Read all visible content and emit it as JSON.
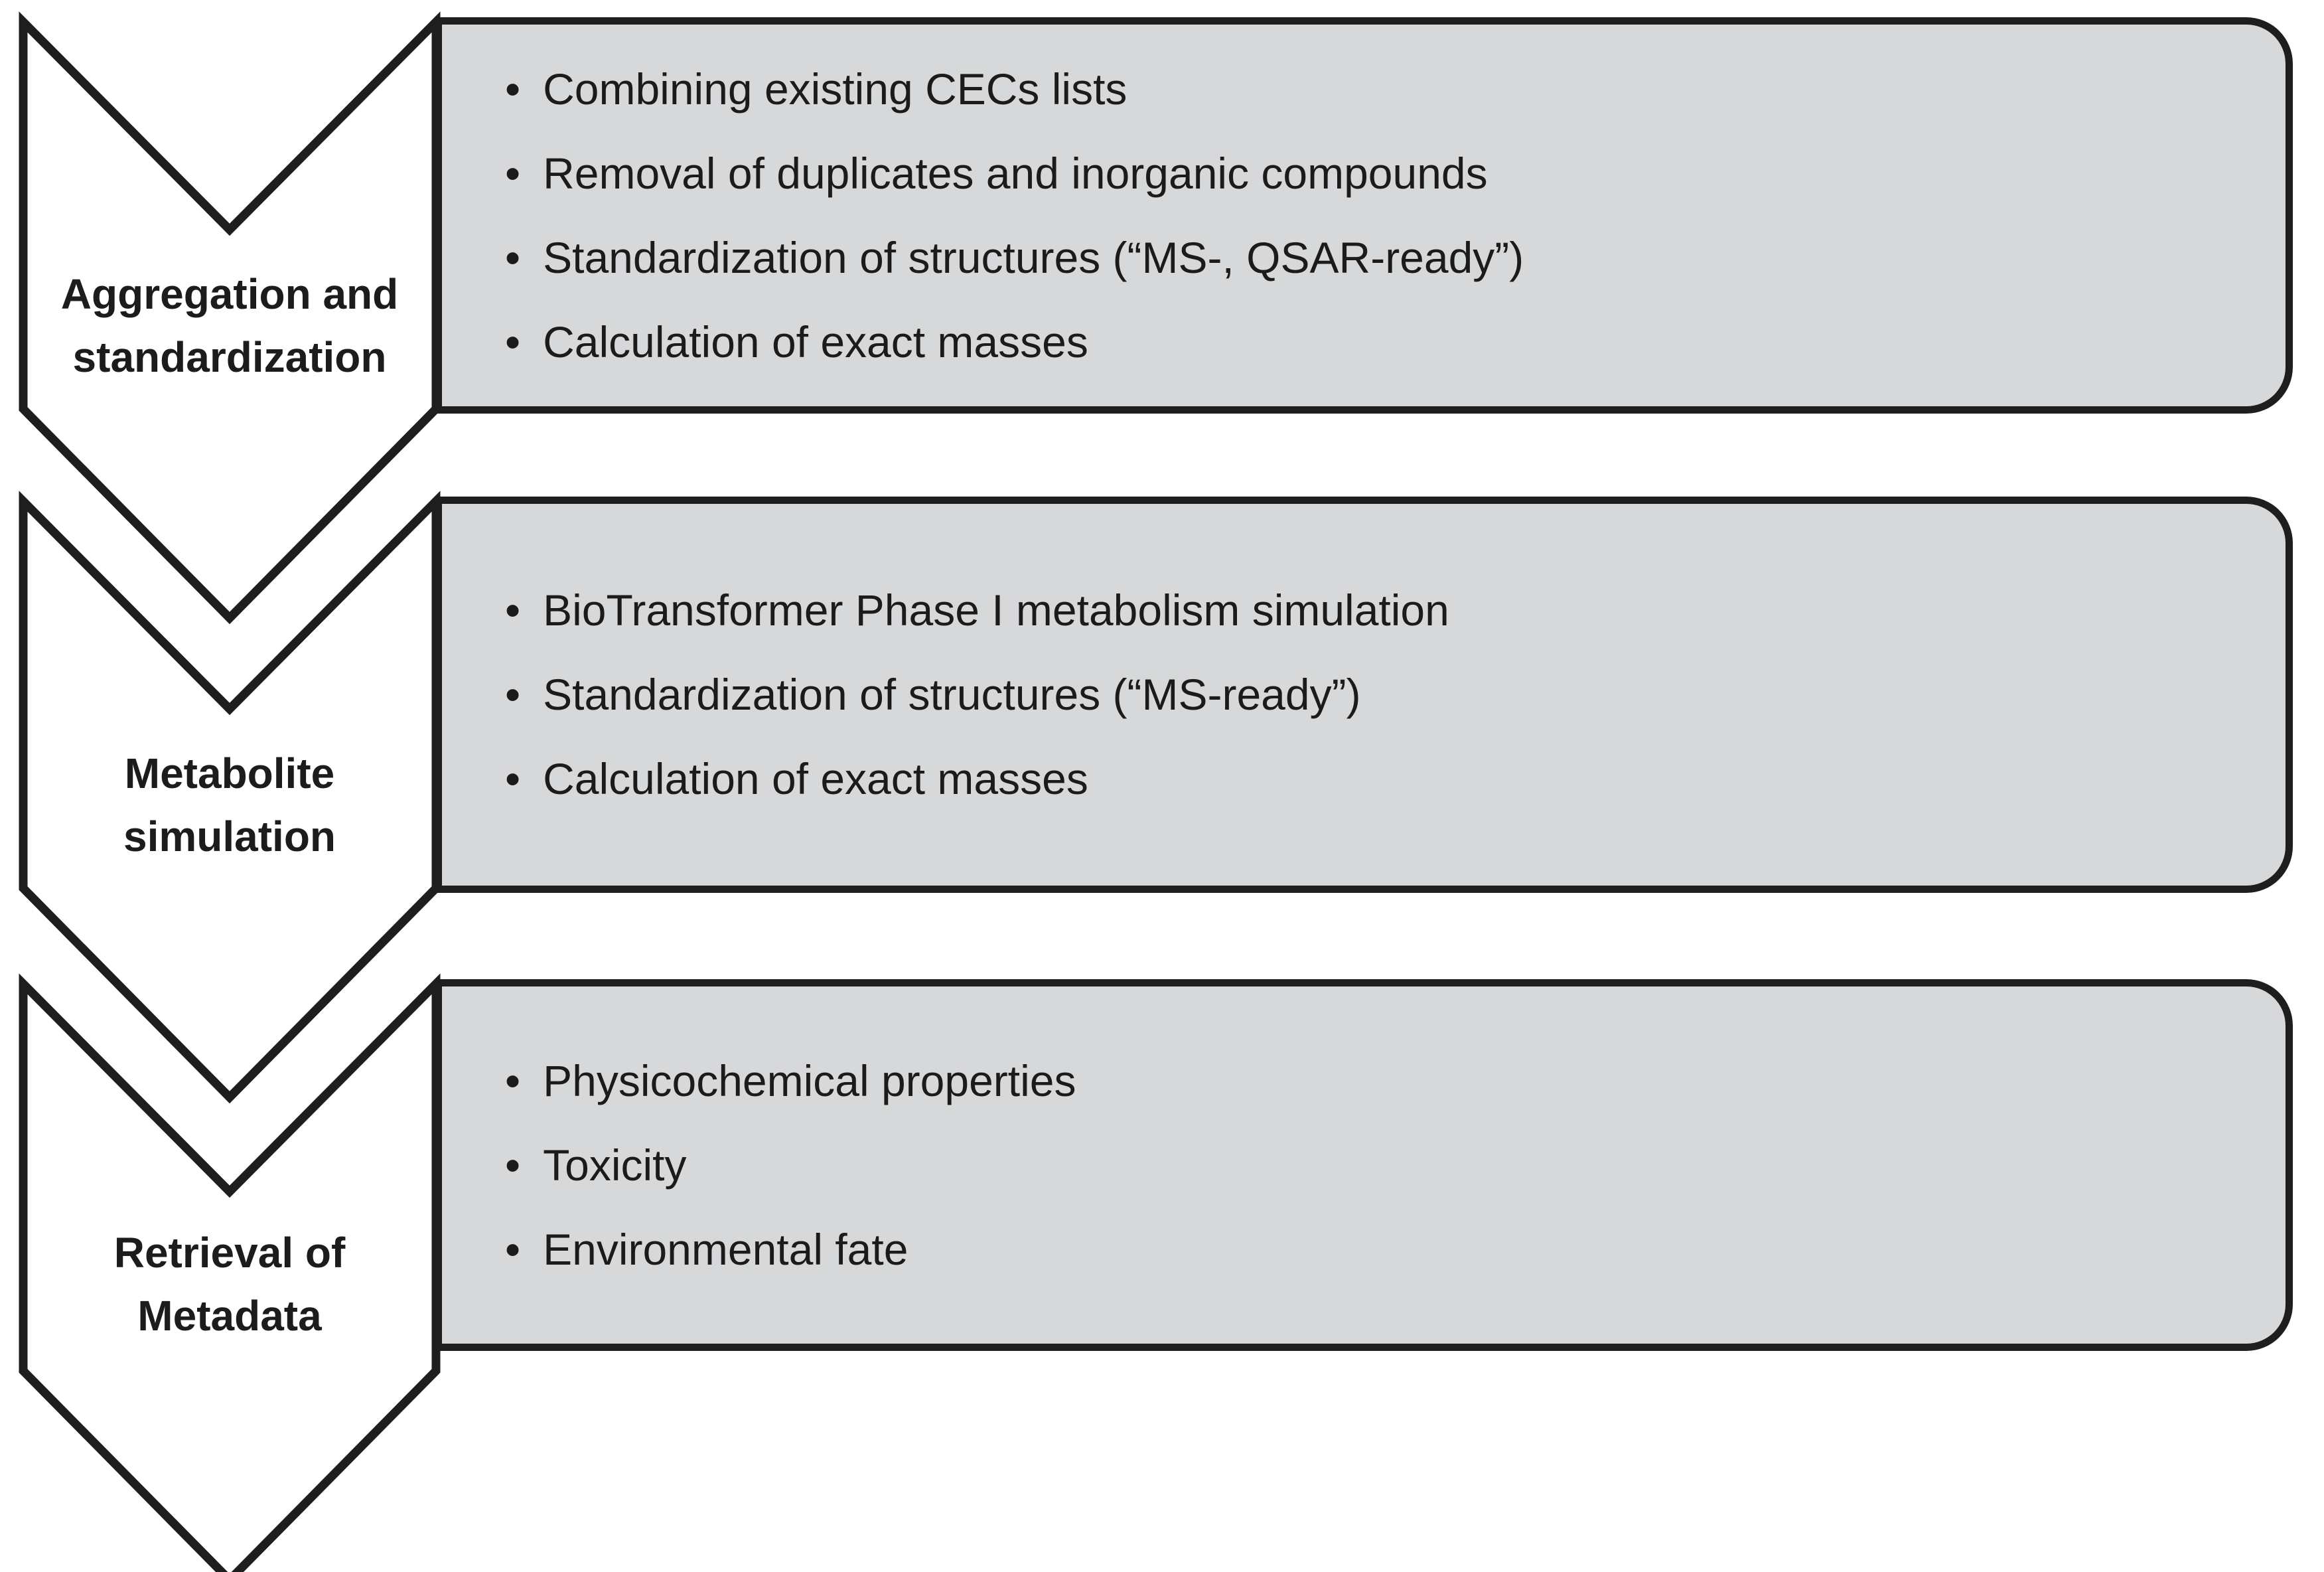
{
  "diagram": {
    "type": "process-flow",
    "background_color": "#ffffff",
    "box_fill_color": "#d7d8da",
    "outline_color": "#1e1e1e",
    "text_color": "#1b1b1b",
    "bullet_char": "•",
    "stages": [
      {
        "label": "Aggregation and standardization",
        "label_lines": [
          "Aggregation and",
          "standardization"
        ],
        "bullets": [
          "Combining existing CECs lists",
          "Removal of duplicates and inorganic compounds",
          "Standardization of structures (“MS-, QSAR-ready”)",
          "Calculation of exact masses"
        ]
      },
      {
        "label": "Metabolite simulation",
        "label_lines": [
          "Metabolite",
          "simulation"
        ],
        "bullets": [
          "BioTransformer Phase I metabolism simulation",
          "Standardization of structures (“MS-ready”)",
          "Calculation of exact masses"
        ]
      },
      {
        "label": "Retrieval of Metadata",
        "label_lines": [
          "Retrieval of",
          "Metadata"
        ],
        "bullets": [
          "Physicochemical properties",
          "Toxicity",
          "Environmental fate"
        ]
      }
    ]
  }
}
